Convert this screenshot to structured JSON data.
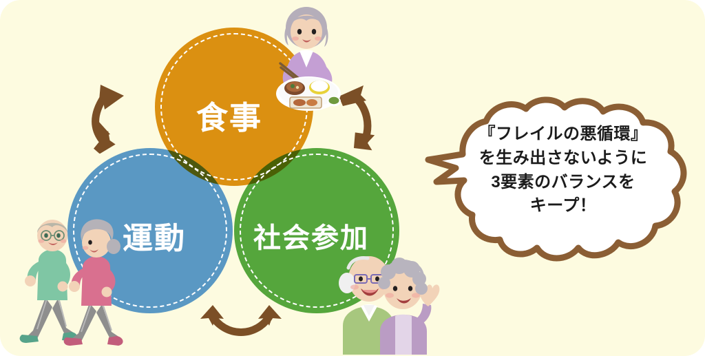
{
  "meta": {
    "title": "フレイル予防 3要素バランス図",
    "background_color": "#FDFBE0"
  },
  "venn": {
    "circles": [
      {
        "id": "food",
        "label": "食事",
        "color": "#DD9213",
        "position": "top"
      },
      {
        "id": "exercise",
        "label": "運動",
        "color": "#5B9BDE",
        "position": "bottom-left"
      },
      {
        "id": "social",
        "label": "社会参加",
        "color": "#56A944",
        "position": "bottom-right"
      }
    ],
    "arrows": [
      {
        "id": "food-exercise",
        "name": "double-arrow-left",
        "direction": "bidirectional"
      },
      {
        "id": "food-social",
        "name": "double-arrow-right",
        "direction": "bidirectional"
      },
      {
        "id": "exercise-social",
        "name": "double-arrow-bottom",
        "direction": "bidirectional"
      }
    ],
    "overlap_colors": {
      "food_exercise": "#6E6A2C",
      "food_social": "#6F7C2B",
      "exercise_social": "#3E9153",
      "center": "#4F7A3D"
    }
  },
  "illustrations": [
    {
      "id": "meal",
      "name": "elderly-woman-with-meal-tray-illustration",
      "alt": "食事をする高齢女性"
    },
    {
      "id": "walkers",
      "name": "elderly-couple-walking-illustration",
      "alt": "ウォーキングする高齢夫婦"
    },
    {
      "id": "couple",
      "name": "elderly-couple-waving-illustration",
      "alt": "手を振る高齢夫婦"
    }
  ],
  "speech_bubble": {
    "outline_color": "#8B5E34",
    "fill_color": "#FFFFFF",
    "lines": [
      "『フレイルの悪循環』",
      "を生み出さないように",
      "3要素のバランスを",
      "キープ！"
    ]
  }
}
